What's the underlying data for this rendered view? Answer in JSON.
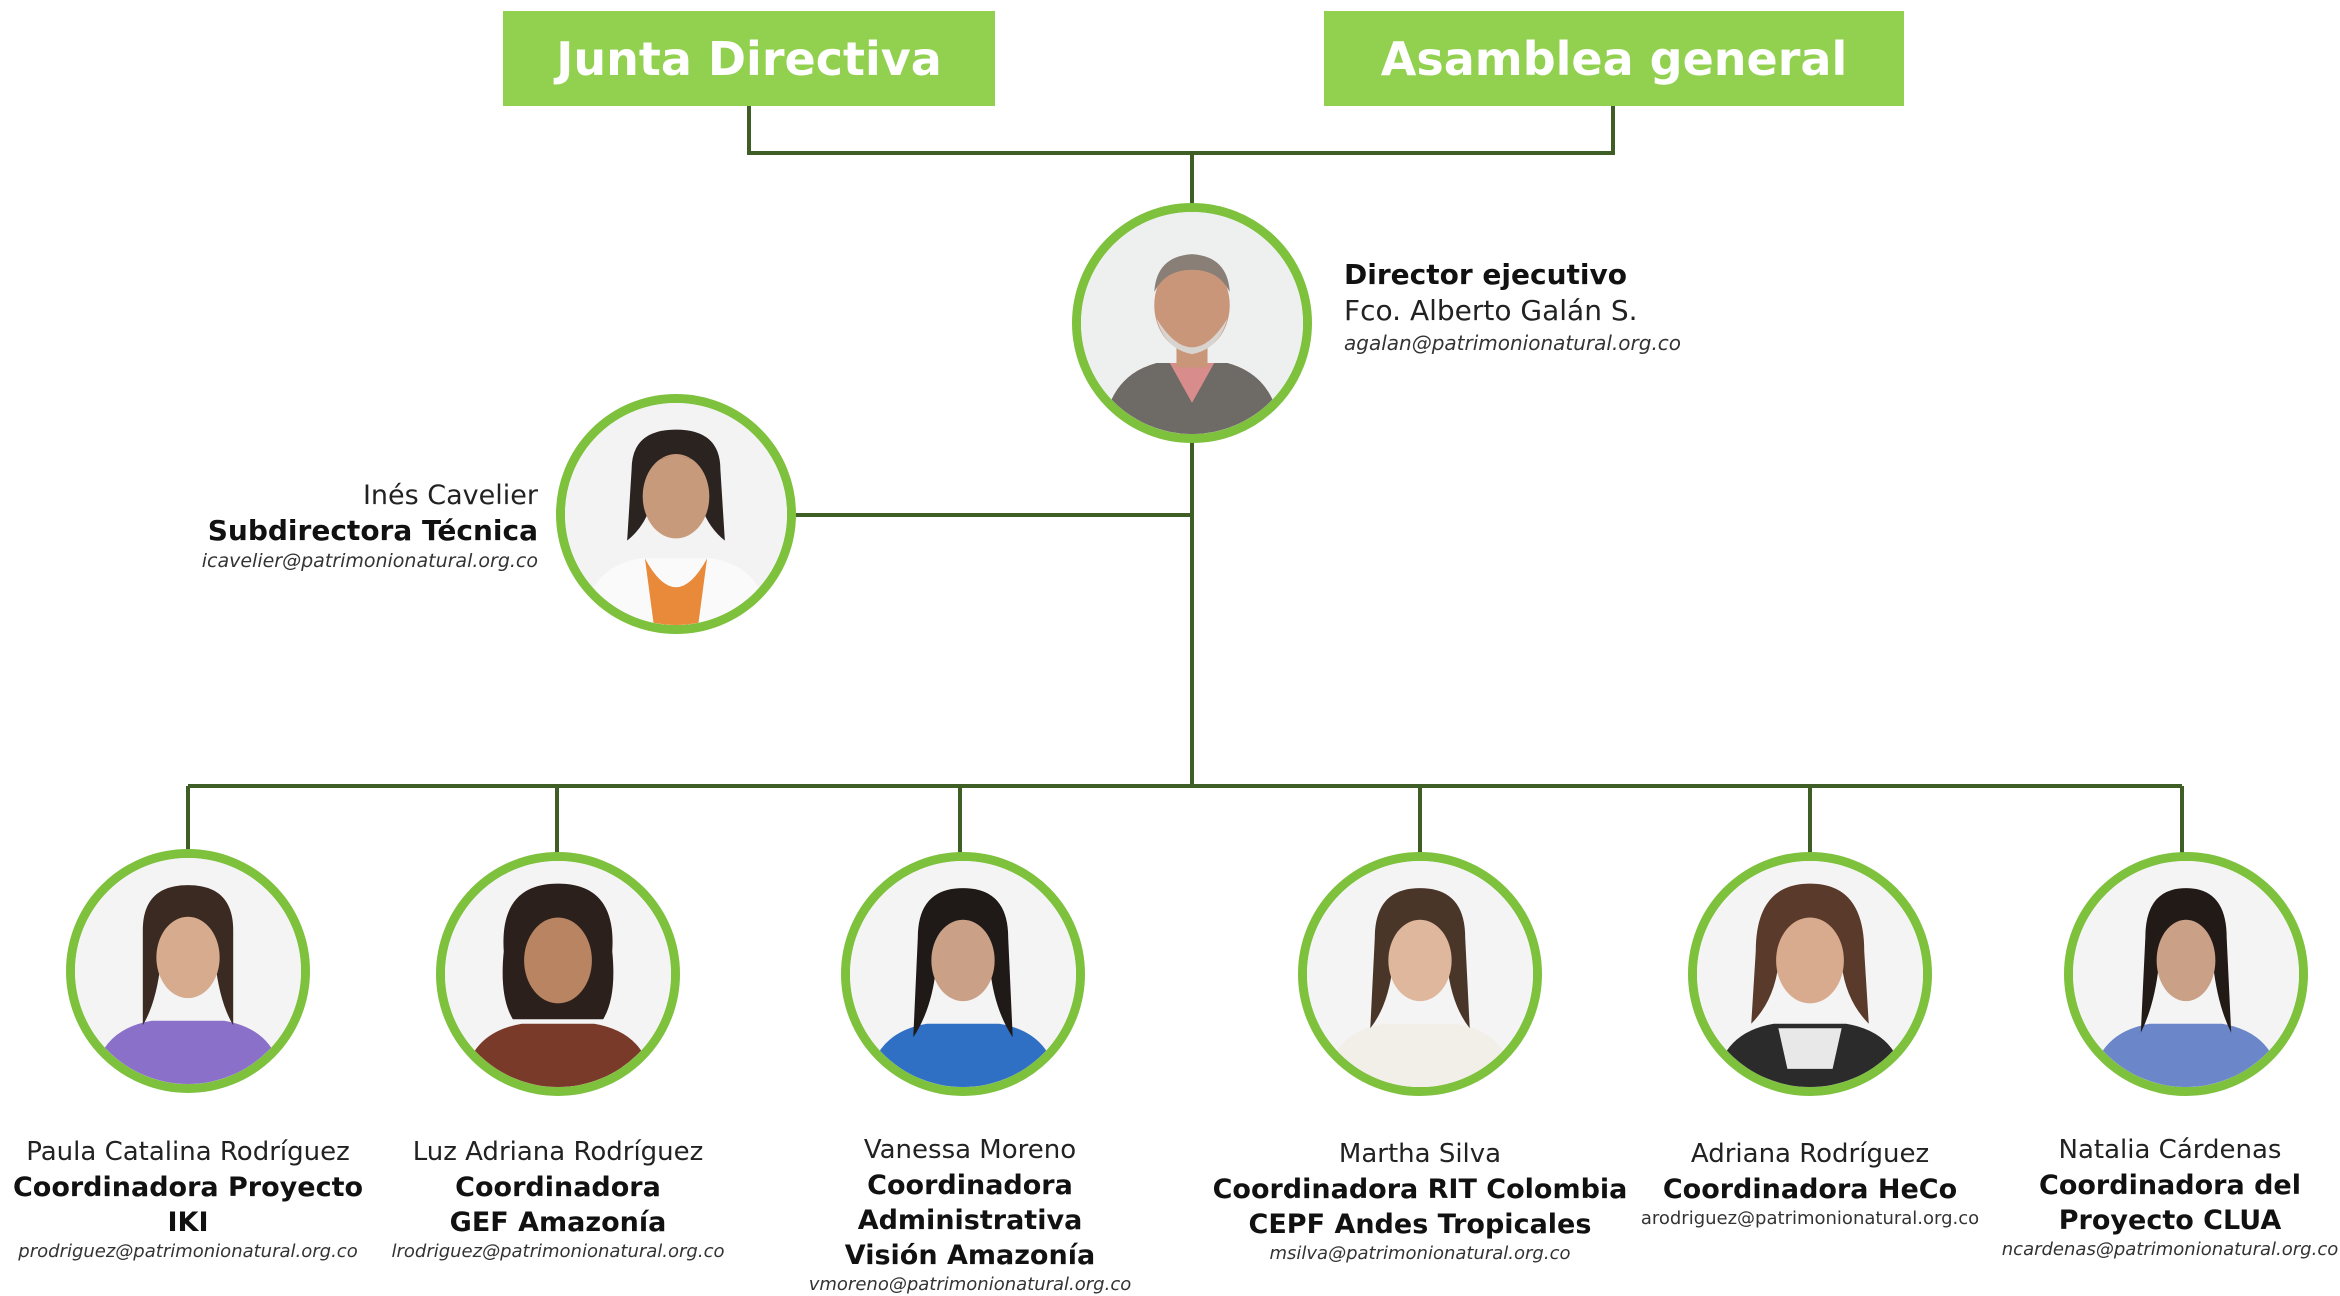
{
  "top": {
    "junta": "Junta Directiva",
    "asamblea": "Asamblea general"
  },
  "director": {
    "role": "Director ejecutivo",
    "name": "Fco. Alberto Galán S.",
    "email": "agalan@patrimonionatural.org.co"
  },
  "subdirectora": {
    "name": "Inés Cavelier",
    "role": "Subdirectora Técnica",
    "email": "icavelier@patrimonionatural.org.co"
  },
  "staff": [
    {
      "name": "Paula Catalina Rodríguez",
      "role_lines": [
        "Coordinadora Proyecto IKI"
      ],
      "email": "prodriguez@patrimonionatural.org.co"
    },
    {
      "name": "Luz Adriana Rodríguez",
      "role_lines": [
        "Coordinadora",
        "GEF Amazonía"
      ],
      "email": "lrodriguez@patrimonionatural.org.co"
    },
    {
      "name": "Vanessa Moreno",
      "role_lines": [
        "Coordinadora Administrativa",
        "Visión Amazonía"
      ],
      "email": "vmoreno@patrimonionatural.org.co"
    },
    {
      "name": "Martha Silva",
      "role_lines": [
        "Coordinadora RIT Colombia",
        "CEPF Andes Tropicales"
      ],
      "email": "msilva@patrimonionatural.org.co"
    },
    {
      "name": "Adriana Rodríguez",
      "role_lines": [
        "Coordinadora HeCo"
      ],
      "email": "arodriguez@patrimonionatural.org.co"
    },
    {
      "name": "Natalia Cárdenas",
      "role_lines": [
        "Coordinadora del",
        "Proyecto CLUA"
      ],
      "email": "ncardenas@patrimonionatural.org.co"
    }
  ],
  "colors": {
    "box_green": "#92d050",
    "ring_green": "#7dc13d",
    "line_green": "#3e5e26"
  }
}
